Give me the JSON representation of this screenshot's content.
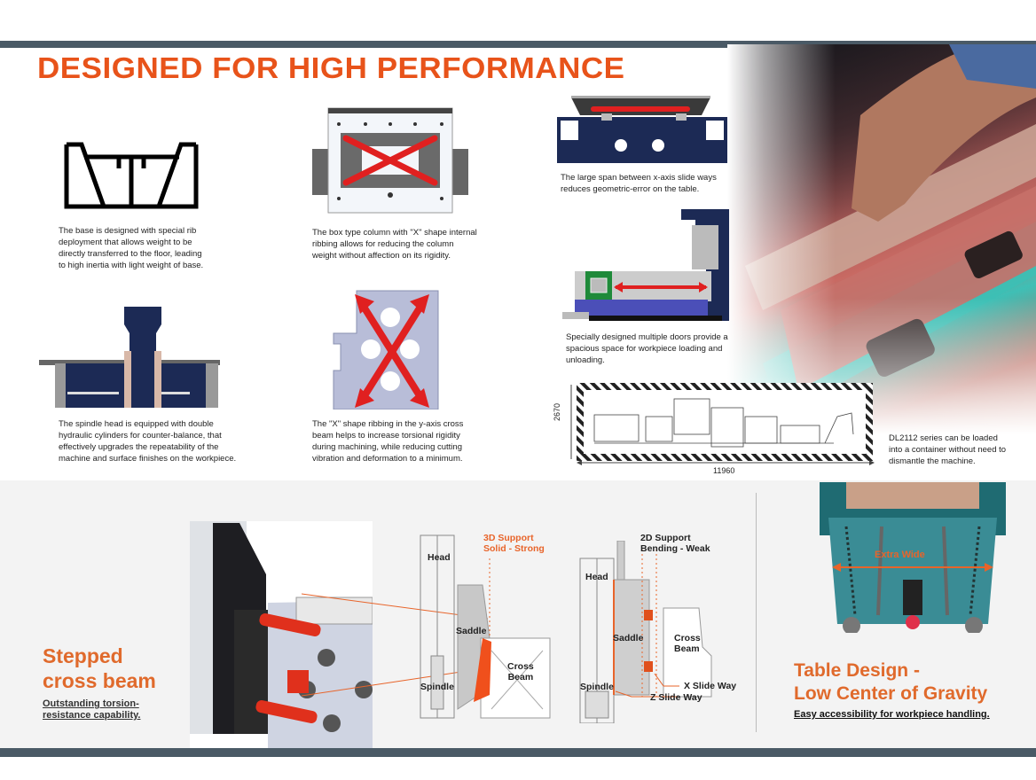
{
  "header": {
    "title": "DESIGNED FOR HIGH PERFORMANCE"
  },
  "features": [
    {
      "id": "base",
      "caption": [
        "The base is designed with special rib",
        "deployment that allows weight to be",
        "directly transferred to the floor, leading",
        "to high inertia with light weight of base."
      ]
    },
    {
      "id": "box-column",
      "caption": [
        "The box type column with \"X\" shape internal",
        "ribbing allows for reducing the column",
        "weight without affection on its rigidity."
      ]
    },
    {
      "id": "x-axis-span",
      "caption": [
        "The large span between x-axis slide ways",
        "reduces geometric-error on the table."
      ]
    },
    {
      "id": "spindle-head",
      "caption": [
        "The spindle head is equipped with double",
        "hydraulic cylinders for counter-balance, that",
        "effectively upgrades the repeatability of the",
        "machine and surface finishes on the workpiece."
      ]
    },
    {
      "id": "y-axis-beam",
      "caption": [
        "The \"X\" shape ribbing in the y-axis cross",
        "beam helps to increase torsional rigidity",
        "during machining, while reducing cutting",
        "vibration and deformation to a minimum."
      ]
    },
    {
      "id": "doors",
      "caption": [
        "Specially designed multiple doors provide a",
        "spacious space for workpiece loading and",
        "unloading."
      ]
    },
    {
      "id": "container",
      "caption": [
        "DL2112 series can be loaded",
        "into a container without need to",
        "dismantle the machine."
      ]
    }
  ],
  "container_dims": {
    "height": "2670",
    "width": "11960"
  },
  "stepped_beam": {
    "title_line1": "Stepped",
    "title_line2": "cross beam",
    "subtitle_line1": "Outstanding torsion-",
    "subtitle_line2": "resistance capability."
  },
  "diagram_3d": {
    "support_line1": "3D Support",
    "support_line2": "Solid - Strong",
    "head": "Head",
    "saddle": "Saddle",
    "spindle": "Spindle",
    "cross_line1": "Cross",
    "cross_line2": "Beam"
  },
  "diagram_2d": {
    "support_line1": "2D Support",
    "support_line2": "Bending - Weak",
    "head": "Head",
    "saddle": "Saddle",
    "spindle": "Spindle",
    "cross_line1": "Cross",
    "cross_line2": "Beam",
    "x_slide": "X Slide Way",
    "z_slide": "Z Slide Way"
  },
  "table_design": {
    "arrow_label": "Extra Wide",
    "title_line1": "Table Design -",
    "title_line2": "Low Center of Gravity",
    "subtitle": "Easy accessibility for workpiece handling."
  },
  "colors": {
    "accent": "#e8531a",
    "navy": "#1c2a55",
    "bar": "#4a5a66",
    "red": "#e02020"
  }
}
